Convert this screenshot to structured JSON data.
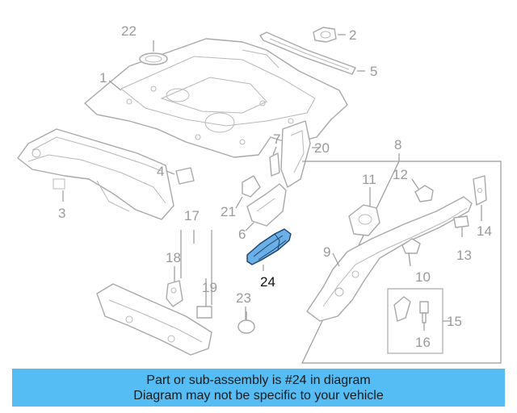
{
  "callouts": {
    "c1": "1",
    "c2": "2",
    "c3": "3",
    "c4": "4",
    "c5": "5",
    "c6": "6",
    "c7": "7",
    "c8": "8",
    "c9": "9",
    "c10": "10",
    "c11": "11",
    "c12": "12",
    "c13": "13",
    "c14": "14",
    "c15": "15",
    "c16": "16",
    "c17": "17",
    "c18": "18",
    "c19": "19",
    "c20": "20",
    "c21": "21",
    "c22": "22",
    "c23": "23",
    "c24": "24"
  },
  "highlighted_part": "24",
  "colors": {
    "highlight_fill": "#6ab0e6",
    "banner": "#55bdf4",
    "line_art": "#a8a8a8"
  },
  "banner": {
    "line1": "Part or sub-assembly is #24 in diagram",
    "line2": "Diagram may not be specific to your vehicle"
  }
}
